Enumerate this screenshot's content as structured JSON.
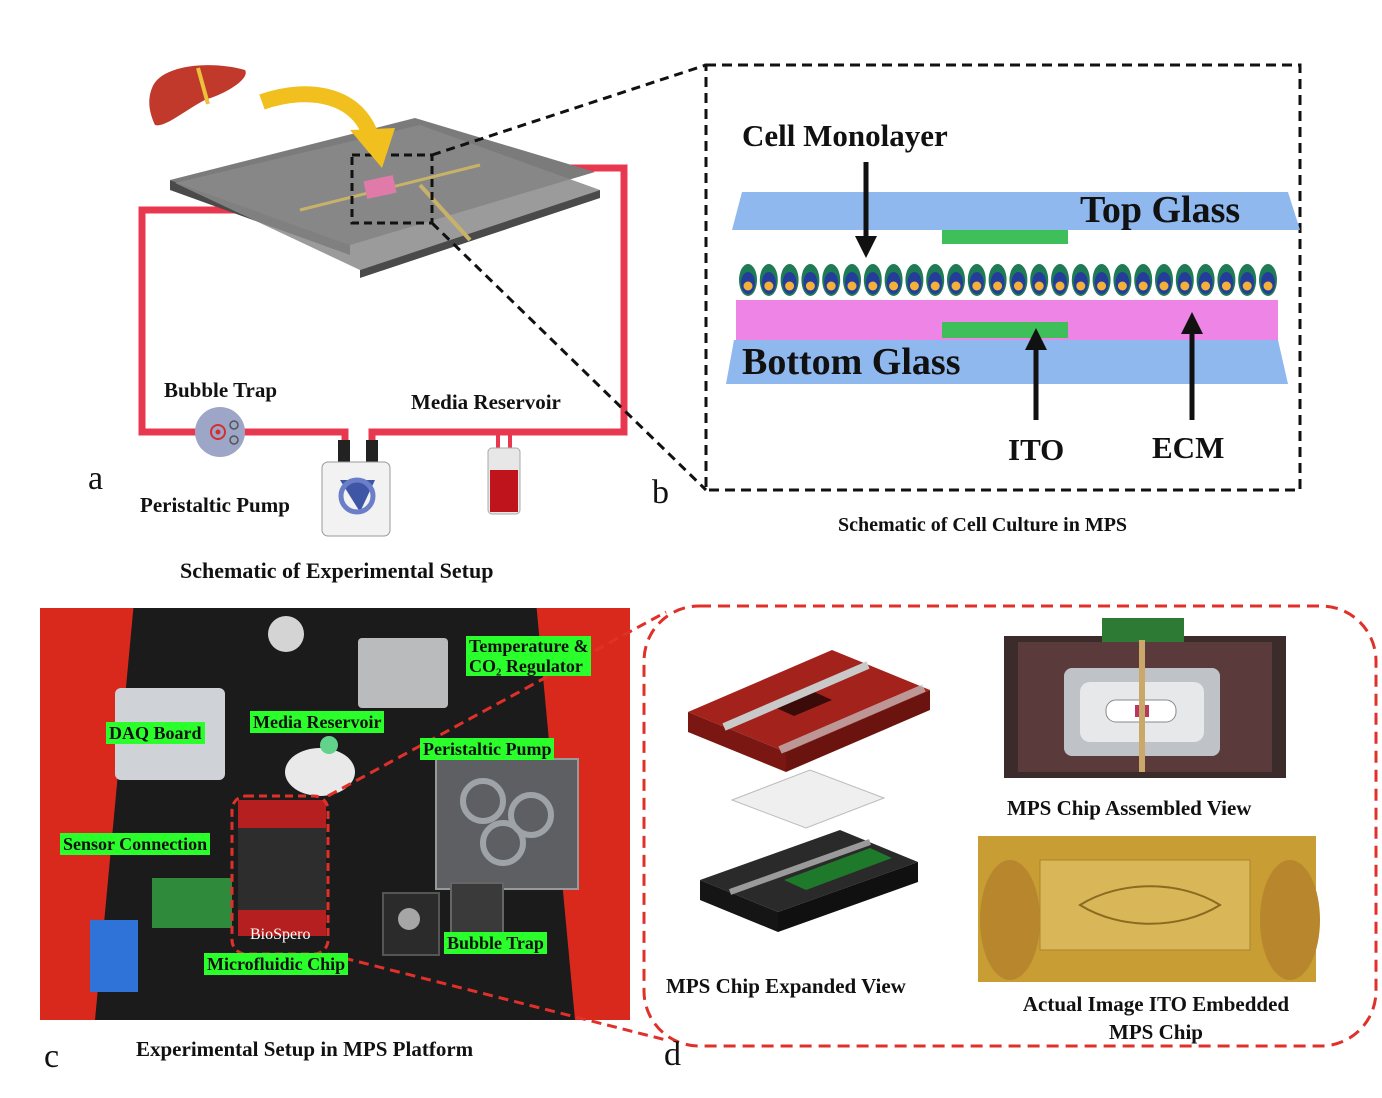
{
  "panel_a": {
    "letter": "a",
    "caption": "Schematic of Experimental Setup",
    "labels": {
      "bubble_trap": "Bubble Trap",
      "media_reservoir": "Media Reservoir",
      "peristaltic_pump": "Peristaltic Pump"
    }
  },
  "panel_b": {
    "letter": "b",
    "caption": "Schematic of Cell Culture in MPS",
    "labels": {
      "cell_monolayer": "Cell Monolayer",
      "top_glass": "Top Glass",
      "bottom_glass": "Bottom Glass",
      "ito": "ITO",
      "ecm": "ECM"
    }
  },
  "panel_c": {
    "letter": "c",
    "caption": "Experimental Setup in MPS Platform",
    "tags": {
      "temperature_line1": "Temperature &",
      "temperature_line2": "CO₂ Regulator",
      "media_reservoir": "Media Reservoir",
      "daq_board": "DAQ Board",
      "peristaltic_pump": "Peristaltic Pump",
      "sensor_connection": "Sensor Connection",
      "bubble_trap": "Bubble Trap",
      "microfluidic_chip": "Microfluidic Chip",
      "brand": "BioSpero"
    }
  },
  "panel_d": {
    "letter": "d",
    "labels": {
      "expanded_view": "MPS Chip Expanded View",
      "assembled_view": "MPS Chip Assembled View",
      "actual_image_line1": "Actual Image ITO Embedded",
      "actual_image_line2": "MPS Chip"
    }
  },
  "colors": {
    "tubing": "#e8384f",
    "top_glass": "#8fb8ee",
    "ecm": "#ee84e6",
    "ito": "#3fbf5a",
    "tag": "#2bff2b",
    "enclosure": "#d9281c",
    "dashed_red": "#e0302a"
  }
}
